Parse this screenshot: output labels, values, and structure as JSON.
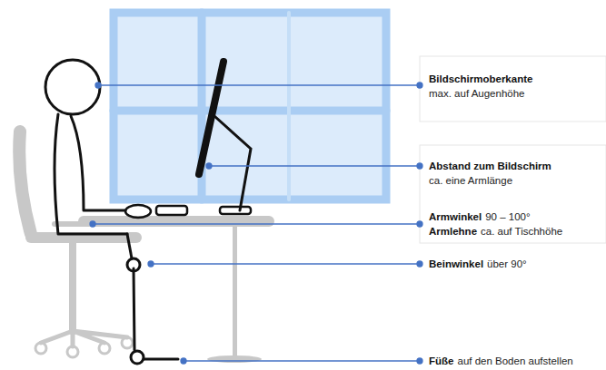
{
  "diagram": {
    "labels": [
      "Bildschirmoberkante",
      "max. auf Augenhöhe",
      "Abstand zum Bildschirm",
      "ca. eine Armlänge",
      "Armwinkel",
      "90 – 100°",
      "Armlehne",
      "ca. auf Tischhöhe",
      "Beinwinkel",
      "über 90°",
      "Füße",
      "auf den Boden aufstellen"
    ]
  }
}
